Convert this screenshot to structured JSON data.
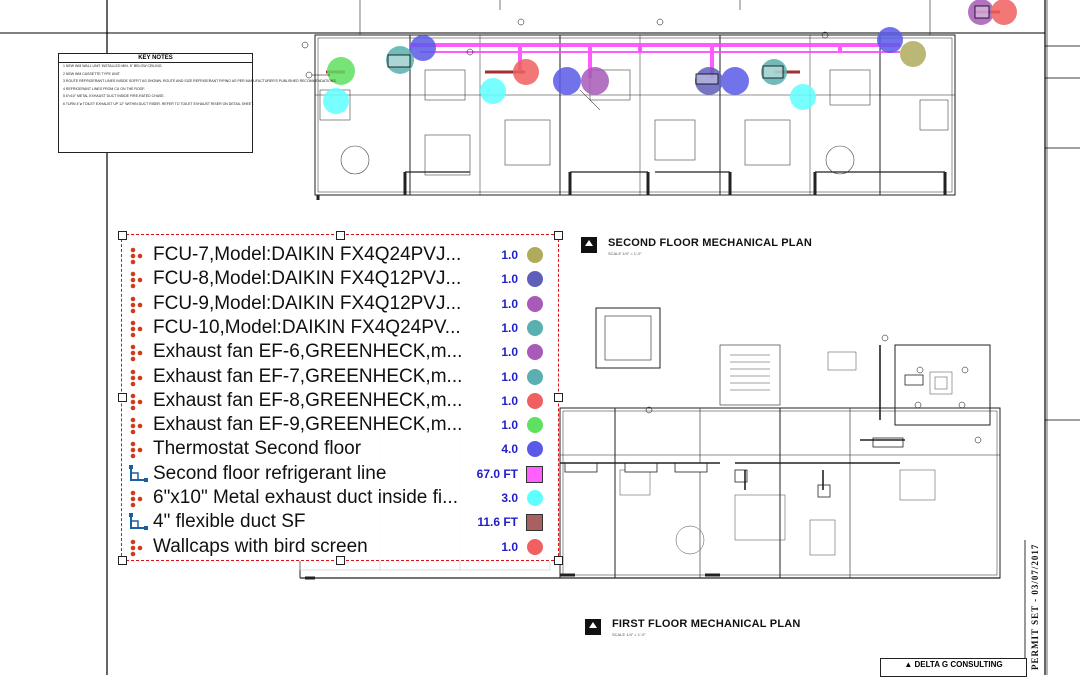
{
  "plans": {
    "second_floor": {
      "title": "SECOND FLOOR MECHANICAL PLAN",
      "scale": "SCALE 1/4\" = 1'-0\""
    },
    "first_floor": {
      "title": "FIRST FLOOR MECHANICAL PLAN",
      "scale": "SCALE 1/4\" = 1'-0\""
    }
  },
  "key_notes": {
    "title": "KEY NOTES",
    "items": [
      "1  NEW WM WALL UNIT INSTALLED MIN. 6\" BELOW CEILING.",
      "2  NEW WM CASSETTE TYPE UNIT.",
      "3  ROUTE REFRIGERANT LINES INSIDE SOFFIT AS SHOWN. ROUTE AND SIZE REFRIGERANT PIPING AS PER MANUFACTURER'S PUBLISHED RECOMMENDATIONS.",
      "4  REFRIGERANT LINES FROM CU ON THE ROOF.",
      "5  6\"x10\" METAL EXHAUST DUCT INSIDE FIRE-RATED CHASE.",
      "6  TURN 4\"ø TOILET EXHAUST UP 12\" WITHIN DUCT RISER. REFER TO TOILET EXHAUST RISER ON DETAIL SHEET."
    ]
  },
  "legend": {
    "rows": [
      {
        "label": "FCU-7,Model:DAIKIN FX4Q24PVJ...",
        "qty": "1.0",
        "icon": "count-marker-icon",
        "swatch": "#b0ab5c",
        "shape": "circle"
      },
      {
        "label": "FCU-8,Model:DAIKIN FX4Q12PVJ...",
        "qty": "1.0",
        "icon": "count-marker-icon",
        "swatch": "#5f5fb8",
        "shape": "circle"
      },
      {
        "label": "FCU-9,Model:DAIKIN FX4Q12PVJ...",
        "qty": "1.0",
        "icon": "count-marker-icon",
        "swatch": "#a85ab8",
        "shape": "circle"
      },
      {
        "label": "FCU-10,Model:DAIKIN FX4Q24PV...",
        "qty": "1.0",
        "icon": "count-marker-icon",
        "swatch": "#5ab0b0",
        "shape": "circle"
      },
      {
        "label": "Exhaust fan EF-6,GREENHECK,m...",
        "qty": "1.0",
        "icon": "count-marker-icon",
        "swatch": "#a85ab8",
        "shape": "circle"
      },
      {
        "label": "Exhaust fan EF-7,GREENHECK,m...",
        "qty": "1.0",
        "icon": "count-marker-icon",
        "swatch": "#5ab0b0",
        "shape": "circle"
      },
      {
        "label": "Exhaust fan EF-8,GREENHECK,m...",
        "qty": "1.0",
        "icon": "count-marker-icon",
        "swatch": "#f06060",
        "shape": "circle"
      },
      {
        "label": "Exhaust fan EF-9,GREENHECK,m...",
        "qty": "1.0",
        "icon": "count-marker-icon",
        "swatch": "#60e060",
        "shape": "circle"
      },
      {
        "label": "Thermostat Second floor",
        "qty": "4.0",
        "icon": "count-marker-icon",
        "swatch": "#5a5ae8",
        "shape": "circle"
      },
      {
        "label": "Second floor refrigerant line",
        "qty": "67.0 FT",
        "icon": "polyline-measure-icon",
        "swatch": "#ff60ff",
        "shape": "square"
      },
      {
        "label": "6\"x10\" Metal exhaust duct inside fi...",
        "qty": "3.0",
        "icon": "count-marker-icon",
        "swatch": "#60ffff",
        "shape": "circle"
      },
      {
        "label": "4\" flexible duct SF",
        "qty": "11.6 FT",
        "icon": "polyline-measure-icon",
        "swatch": "#a86060",
        "shape": "square"
      },
      {
        "label": "Wallcaps with bird screen",
        "qty": "1.0",
        "icon": "count-marker-icon",
        "swatch": "#f06060",
        "shape": "circle"
      }
    ]
  },
  "title_block": {
    "company": "DELTA G CONSULTING"
  },
  "permit_stamp": {
    "text": "PERMIT SET - 03/07/2017"
  }
}
